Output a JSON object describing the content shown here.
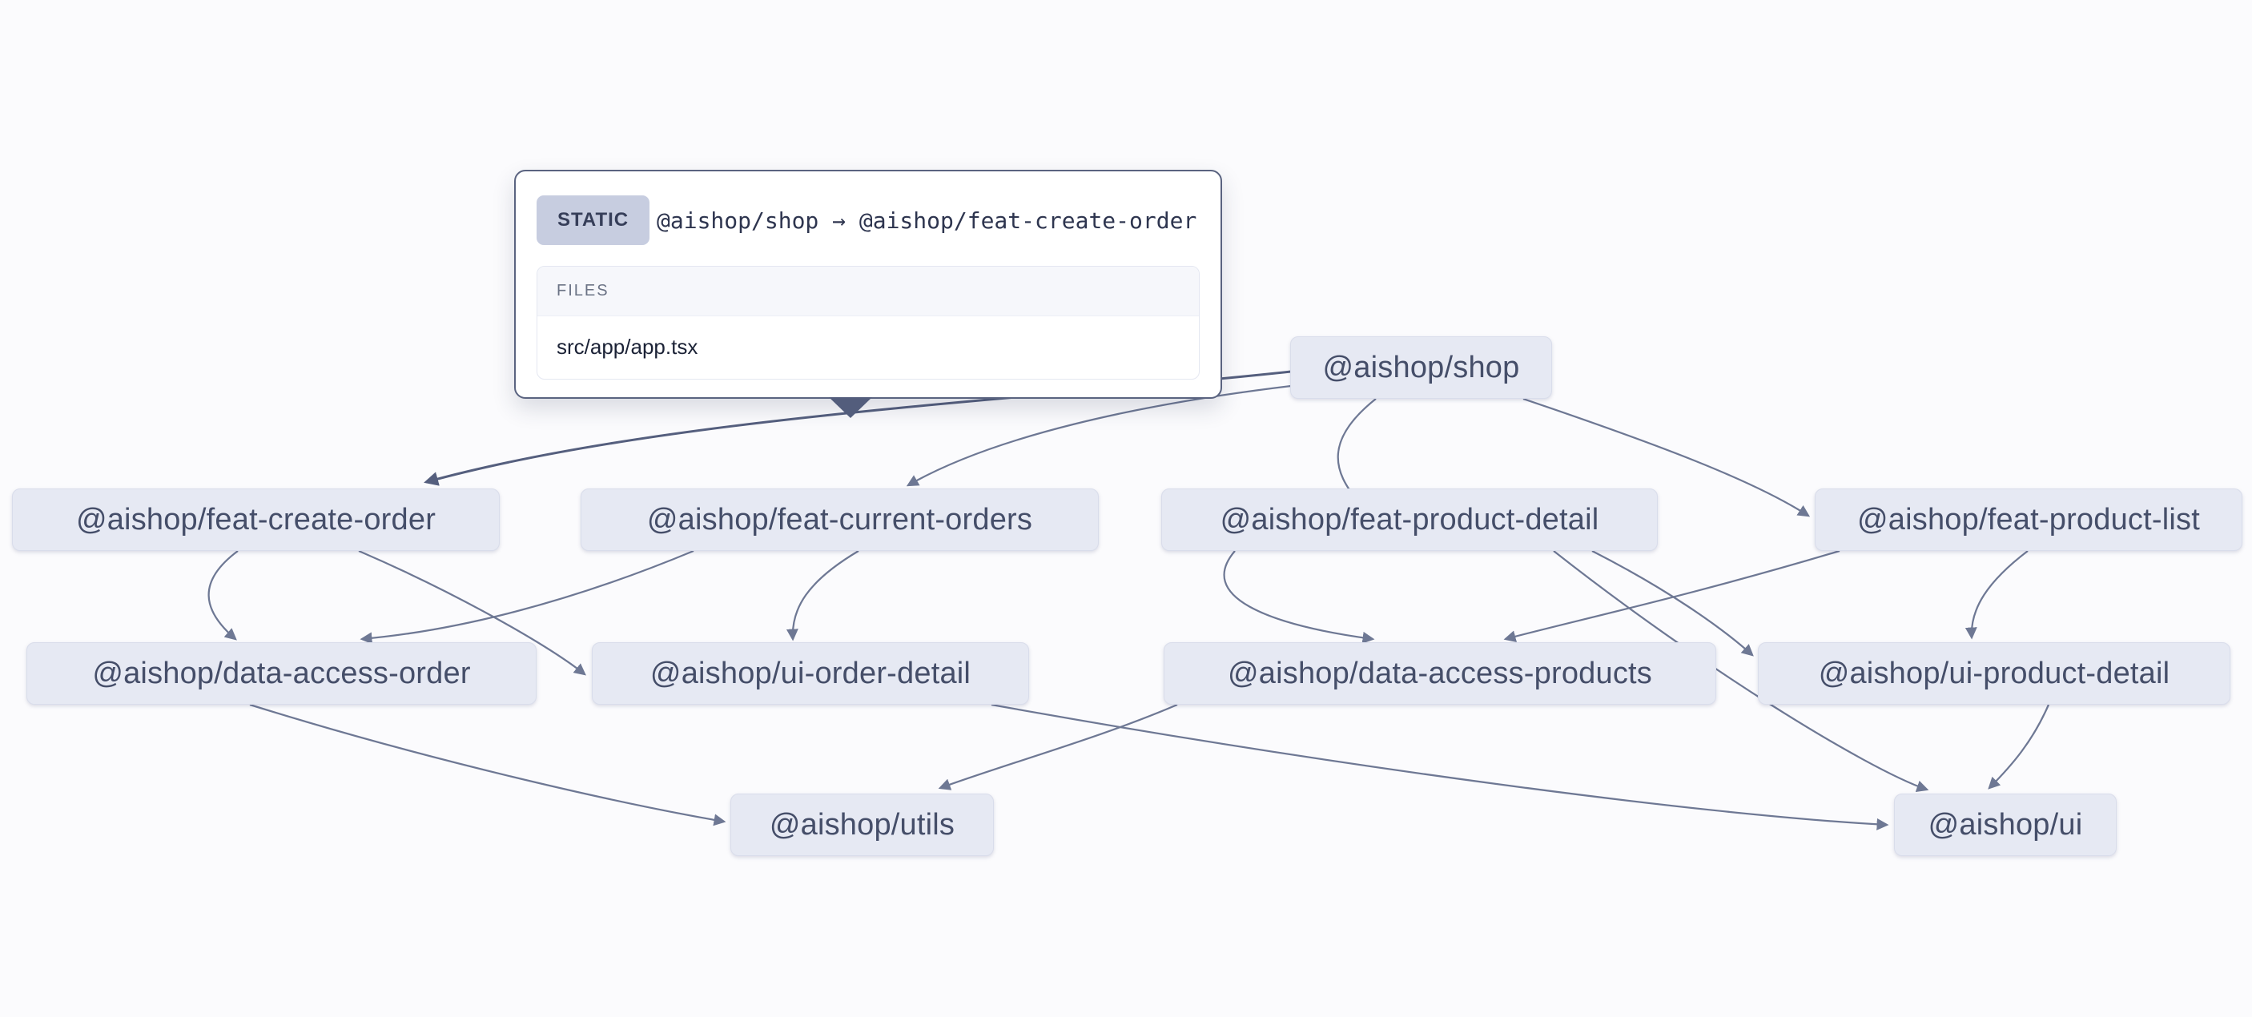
{
  "graph": {
    "nodes": [
      {
        "id": "shop",
        "label": "@aishop/shop"
      },
      {
        "id": "feat-create-order",
        "label": "@aishop/feat-create-order"
      },
      {
        "id": "feat-current-orders",
        "label": "@aishop/feat-current-orders"
      },
      {
        "id": "feat-product-detail",
        "label": "@aishop/feat-product-detail"
      },
      {
        "id": "feat-product-list",
        "label": "@aishop/feat-product-list"
      },
      {
        "id": "data-access-order",
        "label": "@aishop/data-access-order"
      },
      {
        "id": "ui-order-detail",
        "label": "@aishop/ui-order-detail"
      },
      {
        "id": "data-access-products",
        "label": "@aishop/data-access-products"
      },
      {
        "id": "ui-product-detail",
        "label": "@aishop/ui-product-detail"
      },
      {
        "id": "utils",
        "label": "@aishop/utils"
      },
      {
        "id": "ui",
        "label": "@aishop/ui"
      }
    ],
    "edges": [
      {
        "from": "shop",
        "to": "feat-create-order",
        "type": "static",
        "selected": true
      },
      {
        "from": "shop",
        "to": "feat-current-orders",
        "type": "static",
        "selected": false
      },
      {
        "from": "shop",
        "to": "feat-product-detail",
        "type": "static",
        "selected": false
      },
      {
        "from": "shop",
        "to": "feat-product-list",
        "type": "static",
        "selected": false
      },
      {
        "from": "feat-create-order",
        "to": "data-access-order",
        "type": "static",
        "selected": false
      },
      {
        "from": "feat-create-order",
        "to": "ui-order-detail",
        "type": "static",
        "selected": false
      },
      {
        "from": "feat-current-orders",
        "to": "data-access-order",
        "type": "static",
        "selected": false
      },
      {
        "from": "feat-current-orders",
        "to": "ui-order-detail",
        "type": "static",
        "selected": false
      },
      {
        "from": "feat-product-detail",
        "to": "data-access-products",
        "type": "static",
        "selected": false
      },
      {
        "from": "feat-product-detail",
        "to": "ui-product-detail",
        "type": "static",
        "selected": false
      },
      {
        "from": "feat-product-detail",
        "to": "ui",
        "type": "static",
        "selected": false
      },
      {
        "from": "feat-product-list",
        "to": "data-access-products",
        "type": "static",
        "selected": false
      },
      {
        "from": "feat-product-list",
        "to": "ui-product-detail",
        "type": "static",
        "selected": false
      },
      {
        "from": "data-access-order",
        "to": "utils",
        "type": "static",
        "selected": false
      },
      {
        "from": "data-access-products",
        "to": "utils",
        "type": "static",
        "selected": false
      },
      {
        "from": "ui-order-detail",
        "to": "ui",
        "type": "static",
        "selected": false
      },
      {
        "from": "ui-product-detail",
        "to": "ui",
        "type": "static",
        "selected": false
      }
    ]
  },
  "tooltip": {
    "type_label": "STATIC",
    "title": "@aishop/shop → @aishop/feat-create-order",
    "files_header": "FILES",
    "files": [
      "src/app/app.tsx"
    ]
  },
  "colors": {
    "canvas_background": "#fbfbfd",
    "node_fill": "#e6e9f3",
    "node_text": "#454e69",
    "edge_stroke": "#6e7894",
    "selected_edge_stroke": "#555f7e",
    "tooltip_border": "#5a6380",
    "badge_background": "#c7cde0",
    "badge_text": "#363e59",
    "files_header_background": "#f6f7fb",
    "files_header_text": "#6b7385",
    "file_text": "#1b2236"
  }
}
